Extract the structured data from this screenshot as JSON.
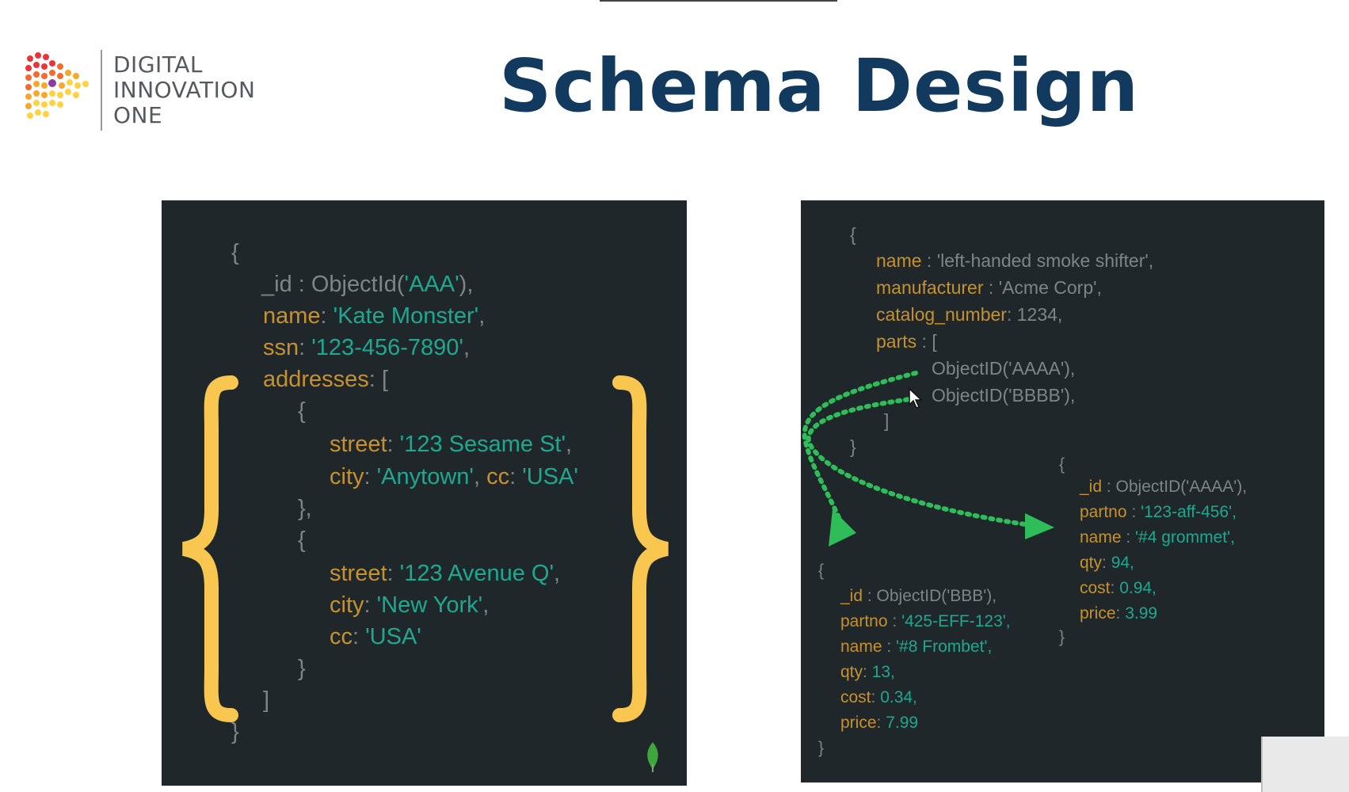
{
  "logo": {
    "line1": "DIGITAL",
    "line2": "INNOVATION",
    "line3": "ONE",
    "colors": [
      "#e8353a",
      "#f26b2f",
      "#f7a82a",
      "#ffd23f",
      "#8c3b9e"
    ]
  },
  "title": "Schema Design",
  "left_code": {
    "open": "{",
    "id_key": "_id",
    "id_sep": " : ",
    "id_fn": "ObjectId(",
    "id_val": "'AAA'",
    "id_end": "),",
    "name_key": "name",
    "name_val": "'Kate Monster'",
    "ssn_key": "ssn",
    "ssn_val": "'123-456-7890'",
    "addr_key": "addresses",
    "addr_open": "[",
    "obj_open1": "{",
    "street1_key": "street",
    "street1_val": "'123 Sesame St'",
    "city1_key": "city",
    "city1_val": "'Anytown'",
    "cc1_key": "cc",
    "cc1_val": "'USA'",
    "obj_close1": "},",
    "obj_open2": "{",
    "street2_key": "street",
    "street2_val": "'123 Avenue Q'",
    "city2_key": "city",
    "city2_val": "'New York'",
    "cc2_key": "cc",
    "cc2_val": "'USA'",
    "obj_close2": "}",
    "addr_close": "]",
    "close": "}"
  },
  "right_code": {
    "open": "{",
    "name_key": "name",
    "name_val": "'left-handed smoke shifter',",
    "manu_key": "manufacturer",
    "manu_val": "'Acme Corp',",
    "cat_key": "catalog_number",
    "cat_val": "1234,",
    "parts_key": "parts",
    "parts_open": "[",
    "part1": "ObjectID('AAAA'),",
    "part2": "ObjectID('BBBB'),",
    "parts_close": "]",
    "close": "}"
  },
  "part_a": {
    "open": "{",
    "id_key": "_id",
    "id_val": "ObjectID('AAAA'),",
    "partno_key": "partno",
    "partno_val": "'123-aff-456',",
    "name_key": "name",
    "name_val": "'#4 grommet',",
    "qty_key": "qty",
    "qty_val": "94,",
    "cost_key": "cost",
    "cost_val": "0.94,",
    "price_key": "price",
    "price_val": "3.99",
    "close": "}"
  },
  "part_b": {
    "open": "{",
    "id_key": "_id",
    "id_val": "ObjectID('BBB'),",
    "partno_key": "partno",
    "partno_val": "'425-EFF-123',",
    "name_key": "name",
    "name_val": "'#8 Frombet',",
    "qty_key": "qty",
    "qty_val": "13,",
    "cost_key": "cost",
    "cost_val": "0.34,",
    "price_key": "price",
    "price_val": "7.99",
    "close": "}"
  },
  "colors": {
    "panel_bg": "#1f272b",
    "key": "#c6912e",
    "value": "#1fa88f",
    "brace": "#f9c74f",
    "arrow": "#2ebd59",
    "title": "#123a5e"
  }
}
